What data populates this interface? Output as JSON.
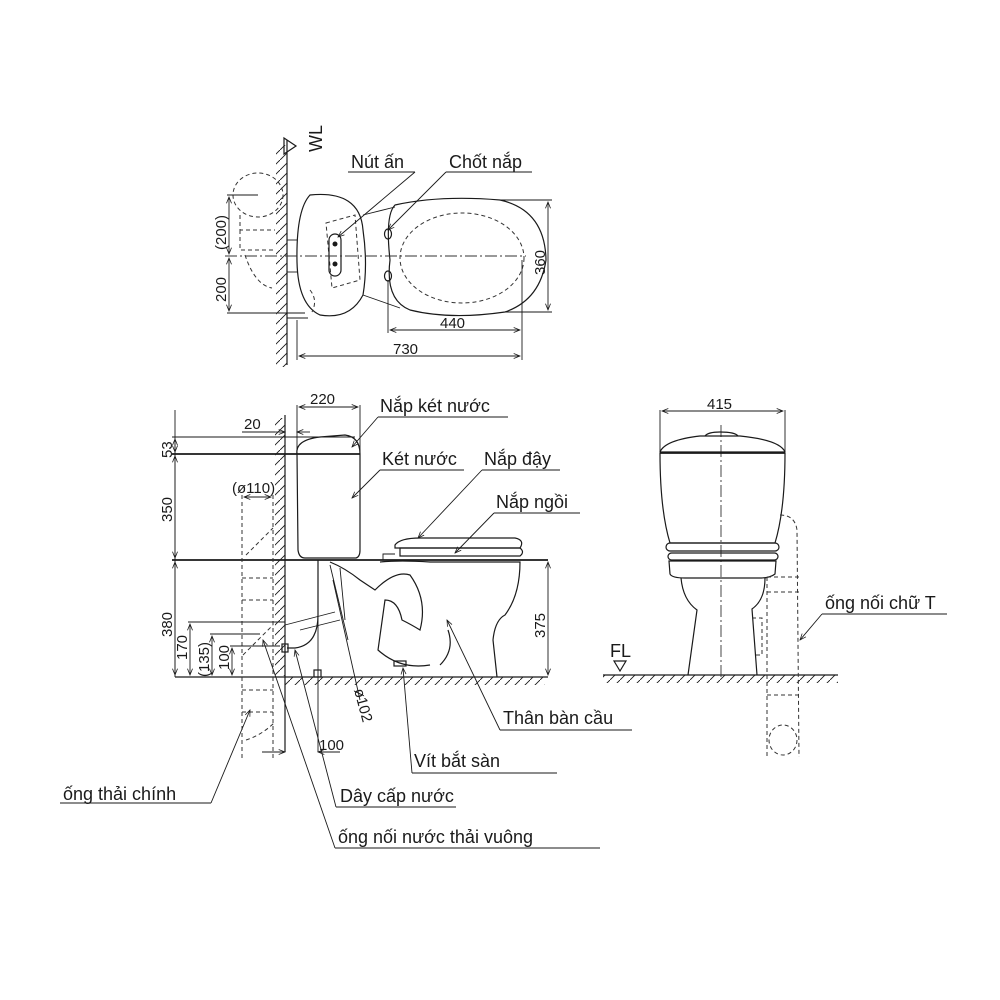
{
  "diagram": {
    "title": "Toilet installation dimension drawing",
    "views": {
      "top_view": {
        "reference": "WL",
        "labels": [
          {
            "id": "push-button",
            "text": "Nút ấn"
          },
          {
            "id": "lid-hinge",
            "text": "Chốt nắp"
          }
        ],
        "dimensions": {
          "upper_offset": "(200)",
          "lower_offset": "200",
          "width": "360",
          "bowl_length": "440",
          "total_length": "730"
        }
      },
      "side_view": {
        "labels": [
          {
            "id": "tank-lid",
            "text": "Nắp két nước"
          },
          {
            "id": "tank",
            "text": "Két nước"
          },
          {
            "id": "cover",
            "text": "Nắp đậy"
          },
          {
            "id": "seat",
            "text": "Nắp ngồi"
          },
          {
            "id": "body",
            "text": "Thân bàn cầu"
          },
          {
            "id": "floor-screw",
            "text": "Vít bắt sàn"
          },
          {
            "id": "water-hose",
            "text": "Dây cấp nước"
          },
          {
            "id": "square-drain",
            "text": "ống nối nước thải vuông"
          },
          {
            "id": "main-drain",
            "text": "ống thải chính"
          }
        ],
        "dimensions": {
          "tank_depth": "220",
          "wall_gap": "20",
          "lid_height": "53",
          "tank_height": "350",
          "bowl_height_left": "380",
          "inlet_170": "170",
          "inlet_135": "(135)",
          "inlet_100": "100",
          "pipe_dia": "(ø110)",
          "outlet_dia": "ø102",
          "rough_in": "100",
          "bowl_height_right": "375"
        }
      },
      "front_view": {
        "reference": "FL",
        "labels": [
          {
            "id": "t-connector",
            "text": "ống nối chữ T"
          }
        ],
        "dimensions": {
          "width": "415"
        }
      }
    }
  }
}
